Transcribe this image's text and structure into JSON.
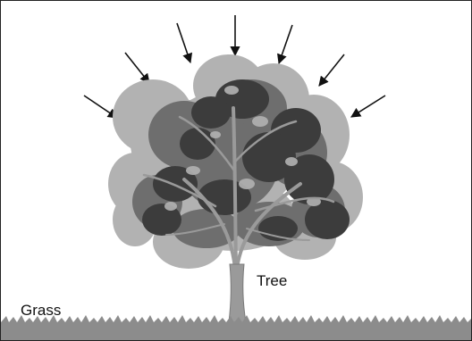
{
  "labels": {
    "tree": "Tree",
    "grass": "Grass"
  },
  "colors": {
    "trunk": "#9a9a9a",
    "foliage_dark": "#3c3c3c",
    "foliage_mid": "#6e6e6e",
    "foliage_light": "#b2b2b2",
    "grass": "#8c8c8c",
    "arrows": "#111111"
  },
  "icons": [
    "sunlight-arrow-icon"
  ],
  "arrow_count": 7
}
